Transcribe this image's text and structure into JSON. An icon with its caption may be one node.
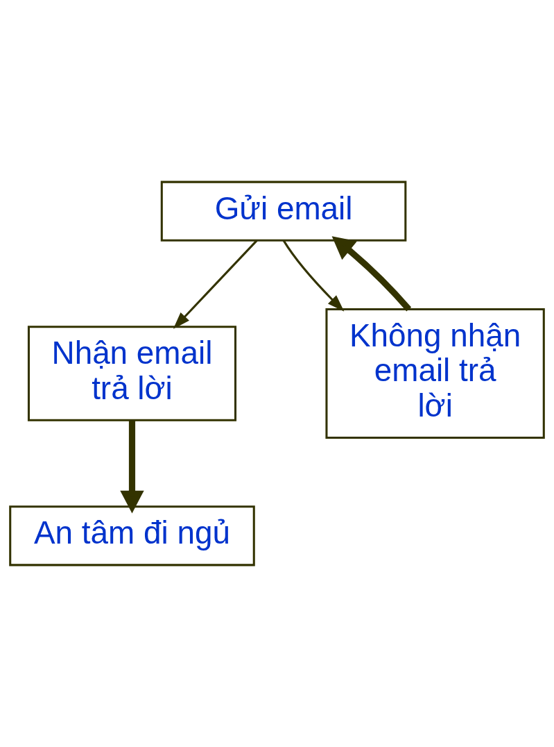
{
  "diagram": {
    "nodes": [
      {
        "text": [
          "Gửi email"
        ]
      },
      {
        "text": [
          "Nhận email trả lời"
        ]
      },
      {
        "text": [
          "Không nhận email trả lời"
        ]
      },
      {
        "text": [
          "An tâm đi ngủ"
        ]
      }
    ],
    "edges": [
      {
        "from": 0,
        "to": 1,
        "arrow": "to"
      },
      {
        "from": 0,
        "to": 2,
        "arrow": "to"
      },
      {
        "from": 1,
        "to": 3,
        "arrow": "to",
        "style": "thick"
      },
      {
        "from": 2,
        "to": 0,
        "arrow": "to",
        "style": "thick"
      }
    ]
  }
}
